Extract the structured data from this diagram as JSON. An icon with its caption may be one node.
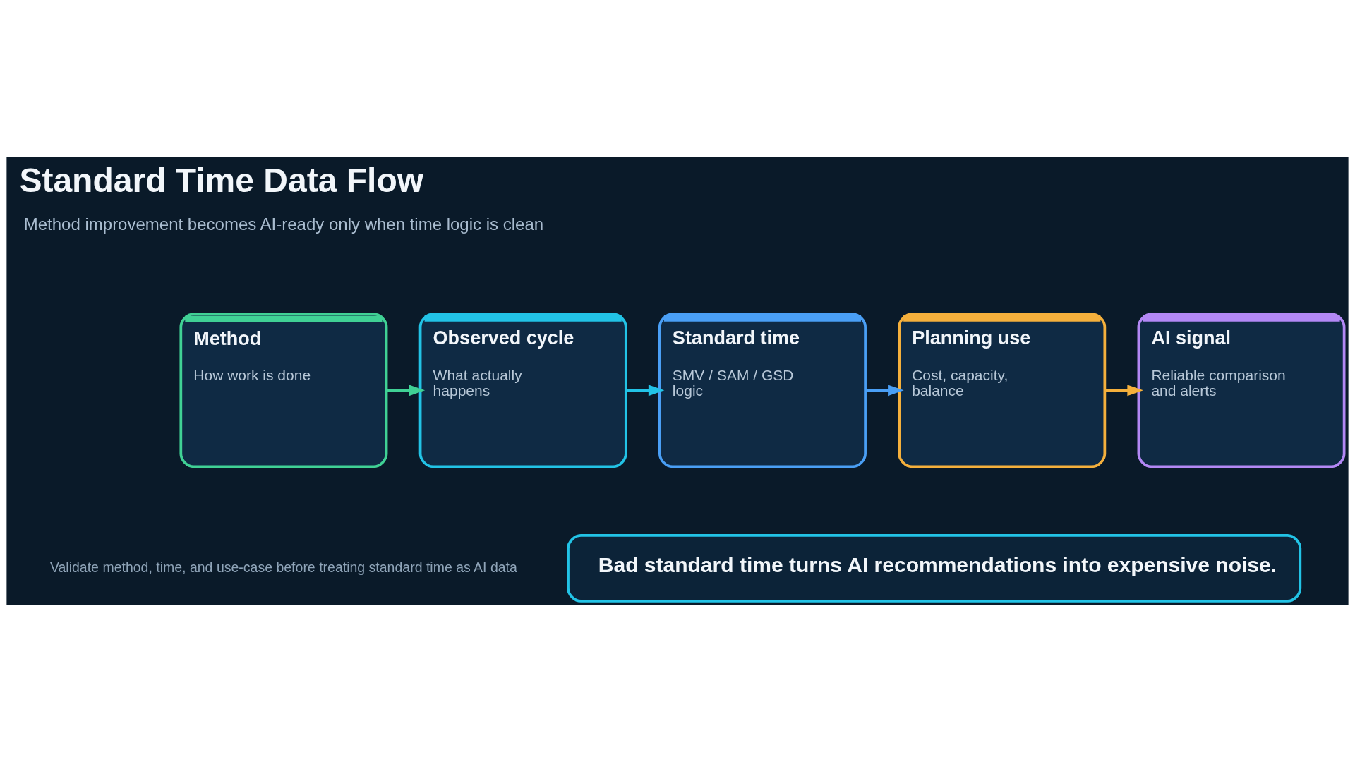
{
  "diagram": {
    "title": "Standard Time Data Flow",
    "nodes": [
      {
        "text": [
          "Method",
          "How work is done"
        ]
      },
      {
        "text": [
          "Observed cycle",
          "What actually happens"
        ]
      },
      {
        "text": [
          "Standard time",
          "SMV / SAM / GSD logic"
        ]
      },
      {
        "text": [
          "Planning use",
          "Cost, capacity, balance"
        ]
      },
      {
        "text": [
          "AI signal",
          "Reliable comparison and alerts"
        ]
      },
      {
        "text": [
          "Bad standard time turns AI recommendations into expensive noise."
        ]
      }
    ],
    "edges": [
      {
        "from": 0,
        "to": 1,
        "arrow": "to",
        "color": "#40d195"
      },
      {
        "from": 1,
        "to": 2,
        "arrow": "to",
        "color": "#22c3e6"
      },
      {
        "from": 2,
        "to": 3,
        "arrow": "to",
        "color": "#4a9ff5"
      },
      {
        "from": 3,
        "to": 4,
        "arrow": "to",
        "color": "#f5b03c"
      }
    ],
    "labels": [
      "Method improvement becomes AI-ready only when time logic is clean",
      "Validate method, time, and use-case before treating standard time as AI data"
    ]
  }
}
